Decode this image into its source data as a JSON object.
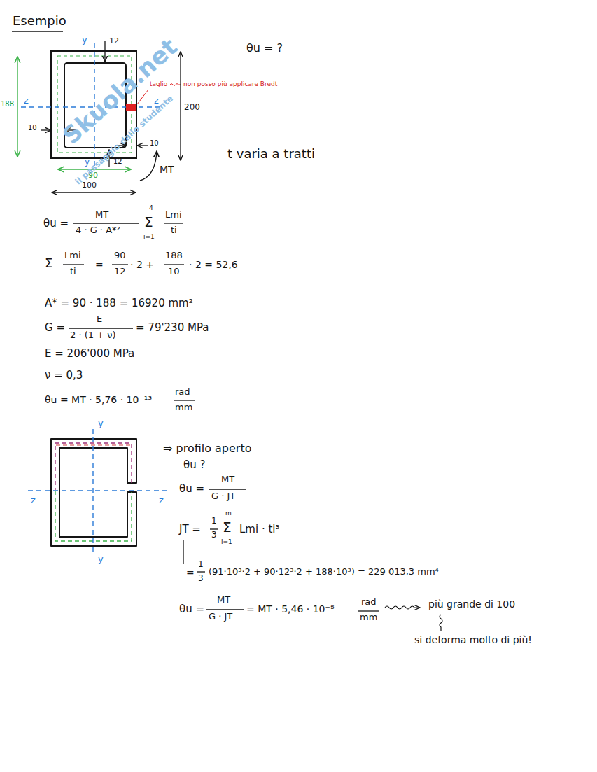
{
  "diagram": {
    "title": "Esempio",
    "labels": [
      "y",
      "12",
      "θu = ?",
      "taglio",
      "non posso più applicare Bredt",
      "188",
      "z",
      "z",
      "200",
      "10",
      "10",
      "12",
      "y",
      "MT",
      "90",
      "100",
      "t varia a tratti",
      "θu =",
      "MT",
      "4 · G · A*²",
      "Σ",
      "4",
      "i=1",
      "Lmi",
      "ti",
      "Σ",
      "Lmi",
      "ti",
      "=",
      "90",
      "12",
      "· 2 +",
      "188",
      "10",
      "· 2 = 52,6",
      "A* = 90 · 188 = 16920 mm²",
      "G =",
      "E",
      "2 · (1 + ν)",
      "= 79'230 MPa",
      "E = 206'000 MPa",
      "ν = 0,3",
      "θu = MT · 5,76 · 10⁻¹³",
      "rad",
      "mm",
      "y",
      "⇒ profilo aperto",
      "θu ?",
      "θu =",
      "MT",
      "G · JT",
      "z",
      "z",
      "JT =",
      "1",
      "3",
      "Σ",
      "m",
      "i=1",
      "Lmi · ti³",
      "=",
      "1",
      "3",
      "(91·10³·2 + 90·12³·2 + 188·10³) = 229 013,3 mm⁴",
      "y",
      "θu =",
      "MT",
      "G · JT",
      "= MT · 5,46 · 10⁻⁸",
      "rad",
      "mm",
      "più grande di 100",
      "si deforma molto di più!",
      "Skuola.net",
      "il passaggio dallo studente"
    ]
  }
}
